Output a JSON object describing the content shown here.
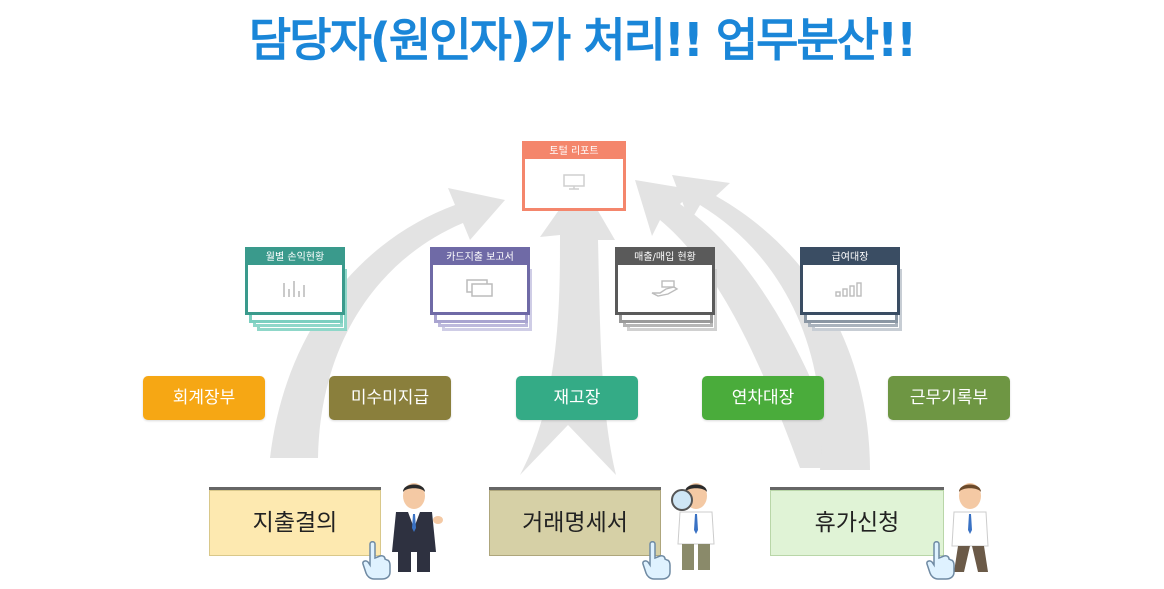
{
  "title": "담당자(원인자)가 처리!!  업무분산!!",
  "top_report": {
    "label": "토털 리포트",
    "icon": "monitor-icon"
  },
  "reports": [
    {
      "label": "월별 손익현황",
      "color": "#3a9a8c",
      "icon": "bar-chart-icon"
    },
    {
      "label": "카드지출 보고서",
      "color": "#6f6aa6",
      "icon": "cards-icon"
    },
    {
      "label": "매출/매입 현황",
      "color": "#5a5a5a",
      "icon": "hand-money-icon"
    },
    {
      "label": "급여대장",
      "color": "#3a4d63",
      "icon": "growth-chart-icon"
    }
  ],
  "ledgers": [
    {
      "label": "회계장부",
      "color": "#f6a714"
    },
    {
      "label": "미수미지급",
      "color": "#8a7f3c"
    },
    {
      "label": "재고장",
      "color": "#34ab86"
    },
    {
      "label": "연차대장",
      "color": "#4aac3b"
    },
    {
      "label": "근무기록부",
      "color": "#6e9643"
    }
  ],
  "tasks": [
    {
      "label": "지출결의",
      "bg": "#fde9b0",
      "border": "#d9c88a",
      "person": "businessman-icon"
    },
    {
      "label": "거래명세서",
      "bg": "#d6d0a6",
      "border": "#aea67c",
      "person": "businessman-magnifier-icon"
    },
    {
      "label": "휴가신청",
      "bg": "#e0f3d6",
      "border": "#b9d6a8",
      "person": "businessman-leaning-icon"
    }
  ],
  "pointer_icon": "hand-pointer-icon"
}
